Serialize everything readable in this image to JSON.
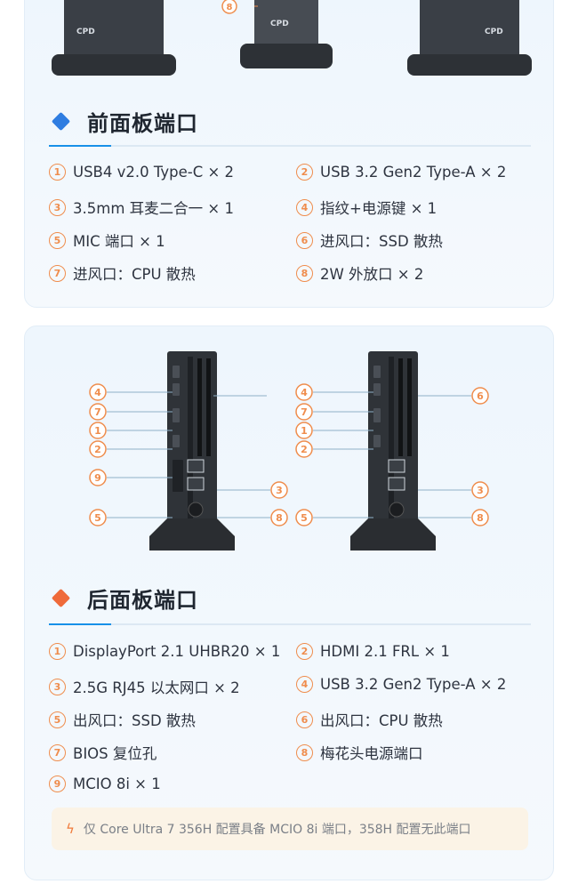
{
  "logo_text": "CPD",
  "front": {
    "title": "前面板端口",
    "accent_color": "#2f7de1",
    "items": [
      {
        "num": "1",
        "label": "USB4 v2.0 Type-C × 2"
      },
      {
        "num": "2",
        "label": "USB 3.2 Gen2 Type-A × 2"
      },
      {
        "num": "3",
        "label": "3.5mm 耳麦二合一 × 1"
      },
      {
        "num": "4",
        "label": "指纹+电源键 × 1"
      },
      {
        "num": "5",
        "label": "MIC 端口 × 1"
      },
      {
        "num": "6",
        "label": "进风口：SSD 散热"
      },
      {
        "num": "7",
        "label": "进风口：CPU 散热"
      },
      {
        "num": "8",
        "label": "2W 外放口 × 2"
      }
    ],
    "top_callout": "8"
  },
  "back": {
    "title": "后面板端口",
    "accent_color": "#ef6a3a",
    "items": [
      {
        "num": "1",
        "label": "DisplayPort 2.1 UHBR20 × 1"
      },
      {
        "num": "2",
        "label": "HDMI 2.1 FRL × 1"
      },
      {
        "num": "3",
        "label": "2.5G RJ45 以太网口 × 2"
      },
      {
        "num": "4",
        "label": "USB 3.2 Gen2 Type-A × 2"
      },
      {
        "num": "5",
        "label": "出风口：SSD 散热"
      },
      {
        "num": "6",
        "label": "出风口：CPU 散热"
      },
      {
        "num": "7",
        "label": "BIOS 复位孔"
      },
      {
        "num": "8",
        "label": "梅花头电源端口"
      },
      {
        "num": "9",
        "label": "MCIO 8i × 1"
      }
    ],
    "left_callouts": [
      "4",
      "7",
      "1",
      "2",
      "9",
      "5"
    ],
    "left_right_callouts": [
      "3",
      "8"
    ],
    "right_callouts_left": [
      "4",
      "7",
      "1",
      "2",
      "5"
    ],
    "right_callouts_right": [
      "6",
      "3",
      "8"
    ],
    "note": "仅 Core Ultra 7 356H 配置具备 MCIO 8i 端口，358H 配置无此端口"
  },
  "callout_color": "#ef8d4d"
}
